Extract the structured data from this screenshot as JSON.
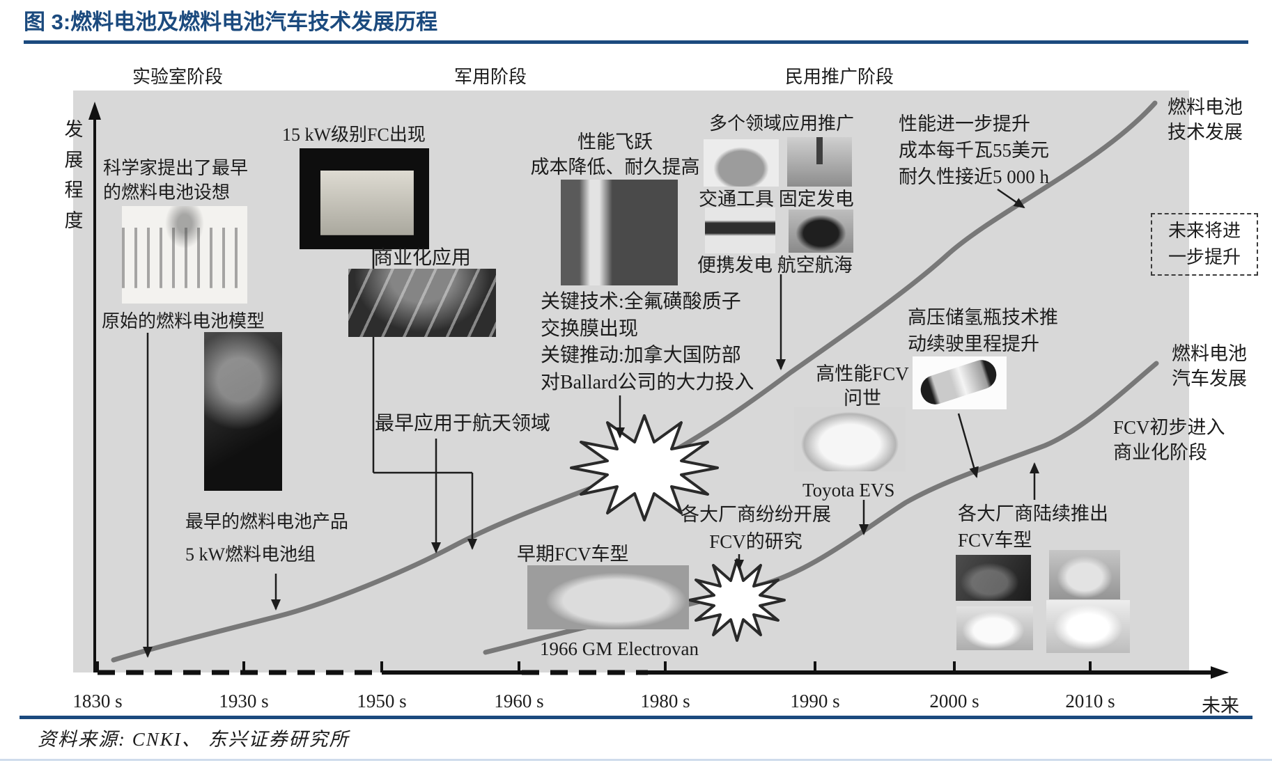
{
  "title": "图 3:燃料电池及燃料电池汽车技术发展历程",
  "source": "资料来源: CNKI、 东兴证券研究所",
  "colors": {
    "accent": "#1b4a7e",
    "plot_background": "#d8d8d8",
    "curve": "#787878"
  },
  "stages": {
    "lab": "实验室阶段",
    "military": "军用阶段",
    "civil": "民用推广阶段"
  },
  "axes": {
    "y_label": "发\n展\n程\n度",
    "x_ticks": [
      "1830 s",
      "1930 s",
      "1950 s",
      "1960 s",
      "1980 s",
      "1990 s",
      "2000 s",
      "2010 s"
    ],
    "x_end_label": "未来"
  },
  "curve_labels": {
    "fc_tech": "燃料电池\n技术发展",
    "fcv_dev": "燃料电池\n汽车发展"
  },
  "annotations": {
    "scientist": "科学家提出了最早\n的燃料电池设想",
    "primitive_model": "原始的燃料电池模型",
    "earliest_product": "最早的燃料电池产品\n5 kW燃料电池组",
    "fc_15kw": "15 kW级别FC出现",
    "commercial": "商业化应用",
    "aerospace": "最早应用于航天领域",
    "performance_leap": "性能飞跃\n成本降低、耐久提高",
    "key_tech": "关键技术:全氟磺酸质子\n交换膜出现\n关键推动:加拿大国防部\n对Ballard公司的大力投入",
    "multi_field": "多个领域应用推广",
    "apps_row1": "交通工具 固定发电",
    "apps_row2": "便携发电 航空航海",
    "further_improve": "性能进一步提升\n成本每千瓦55美元\n耐久性接近5 000 h",
    "future_box": "未来将进\n一步提升",
    "h2_tank": "高压储氢瓶技术推\n动续驶里程提升",
    "high_perf_fcv": "高性能FCV\n问世",
    "toyota": "Toyota EVS",
    "manufacturers_research": "各大厂商纷纷开展\nFCV的研究",
    "early_fcv": "早期FCV车型",
    "gm_electrovan": "1966 GM Electrovan",
    "manufacturers_launch": "各大厂商陆续推出\nFCV车型",
    "fcv_commercial": "FCV初步进入\n商业化阶段"
  },
  "images": [
    "primitive-fuel-cell-photo",
    "5kw-fuel-cell-product-photo",
    "15kw-generator-photo",
    "space-station-photo",
    "membrane-micrograph-photo",
    "concept-car-photo",
    "stationary-power-photo",
    "portable-power-photo",
    "submarine-photo",
    "toyota-suv-photo",
    "hydrogen-tank-photo",
    "early-fcv-van-photo",
    "fcv-car-1-photo",
    "fcv-car-2-photo",
    "fcv-car-3-photo",
    "fcv-car-4-photo"
  ]
}
